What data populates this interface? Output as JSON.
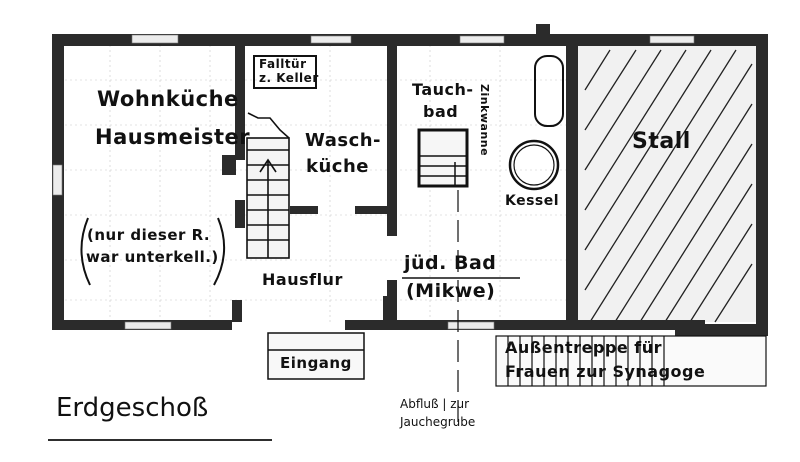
{
  "title": "Erdgeschoß",
  "rooms": {
    "wohnkueche": {
      "line1": "Wohnküche",
      "line2": "Hausmeister",
      "note_line1": "(nur dieser R.",
      "note_line2": "war unterkell.)"
    },
    "falltuer": {
      "line1": "Falltür",
      "line2": "z. Keller"
    },
    "waschkueche": {
      "line1": "Wasch-",
      "line2": "küche"
    },
    "hausflur": {
      "label": "Hausflur"
    },
    "tauchbad": {
      "line1": "Tauch-",
      "line2": "bad"
    },
    "zinkwanne": {
      "label": "Zinkwanne"
    },
    "kessel": {
      "label": "Kessel"
    },
    "mikwe": {
      "line1": "jüd. Bad",
      "line2": "(Mikwe)"
    },
    "stall": {
      "label": "Stall"
    }
  },
  "exterior": {
    "eingang": "Eingang",
    "aussentreppe_line1": "Außentreppe für",
    "aussentreppe_line2": "Frauen zur Synagoge",
    "abfluss_line1": "Abfluß | zur",
    "abfluss_line2": "Jauchegrube"
  },
  "colors": {
    "wall": "#2b2b2b",
    "ink": "#111111",
    "hatch": "#222222",
    "stall_fill": "#f1f1f1"
  }
}
